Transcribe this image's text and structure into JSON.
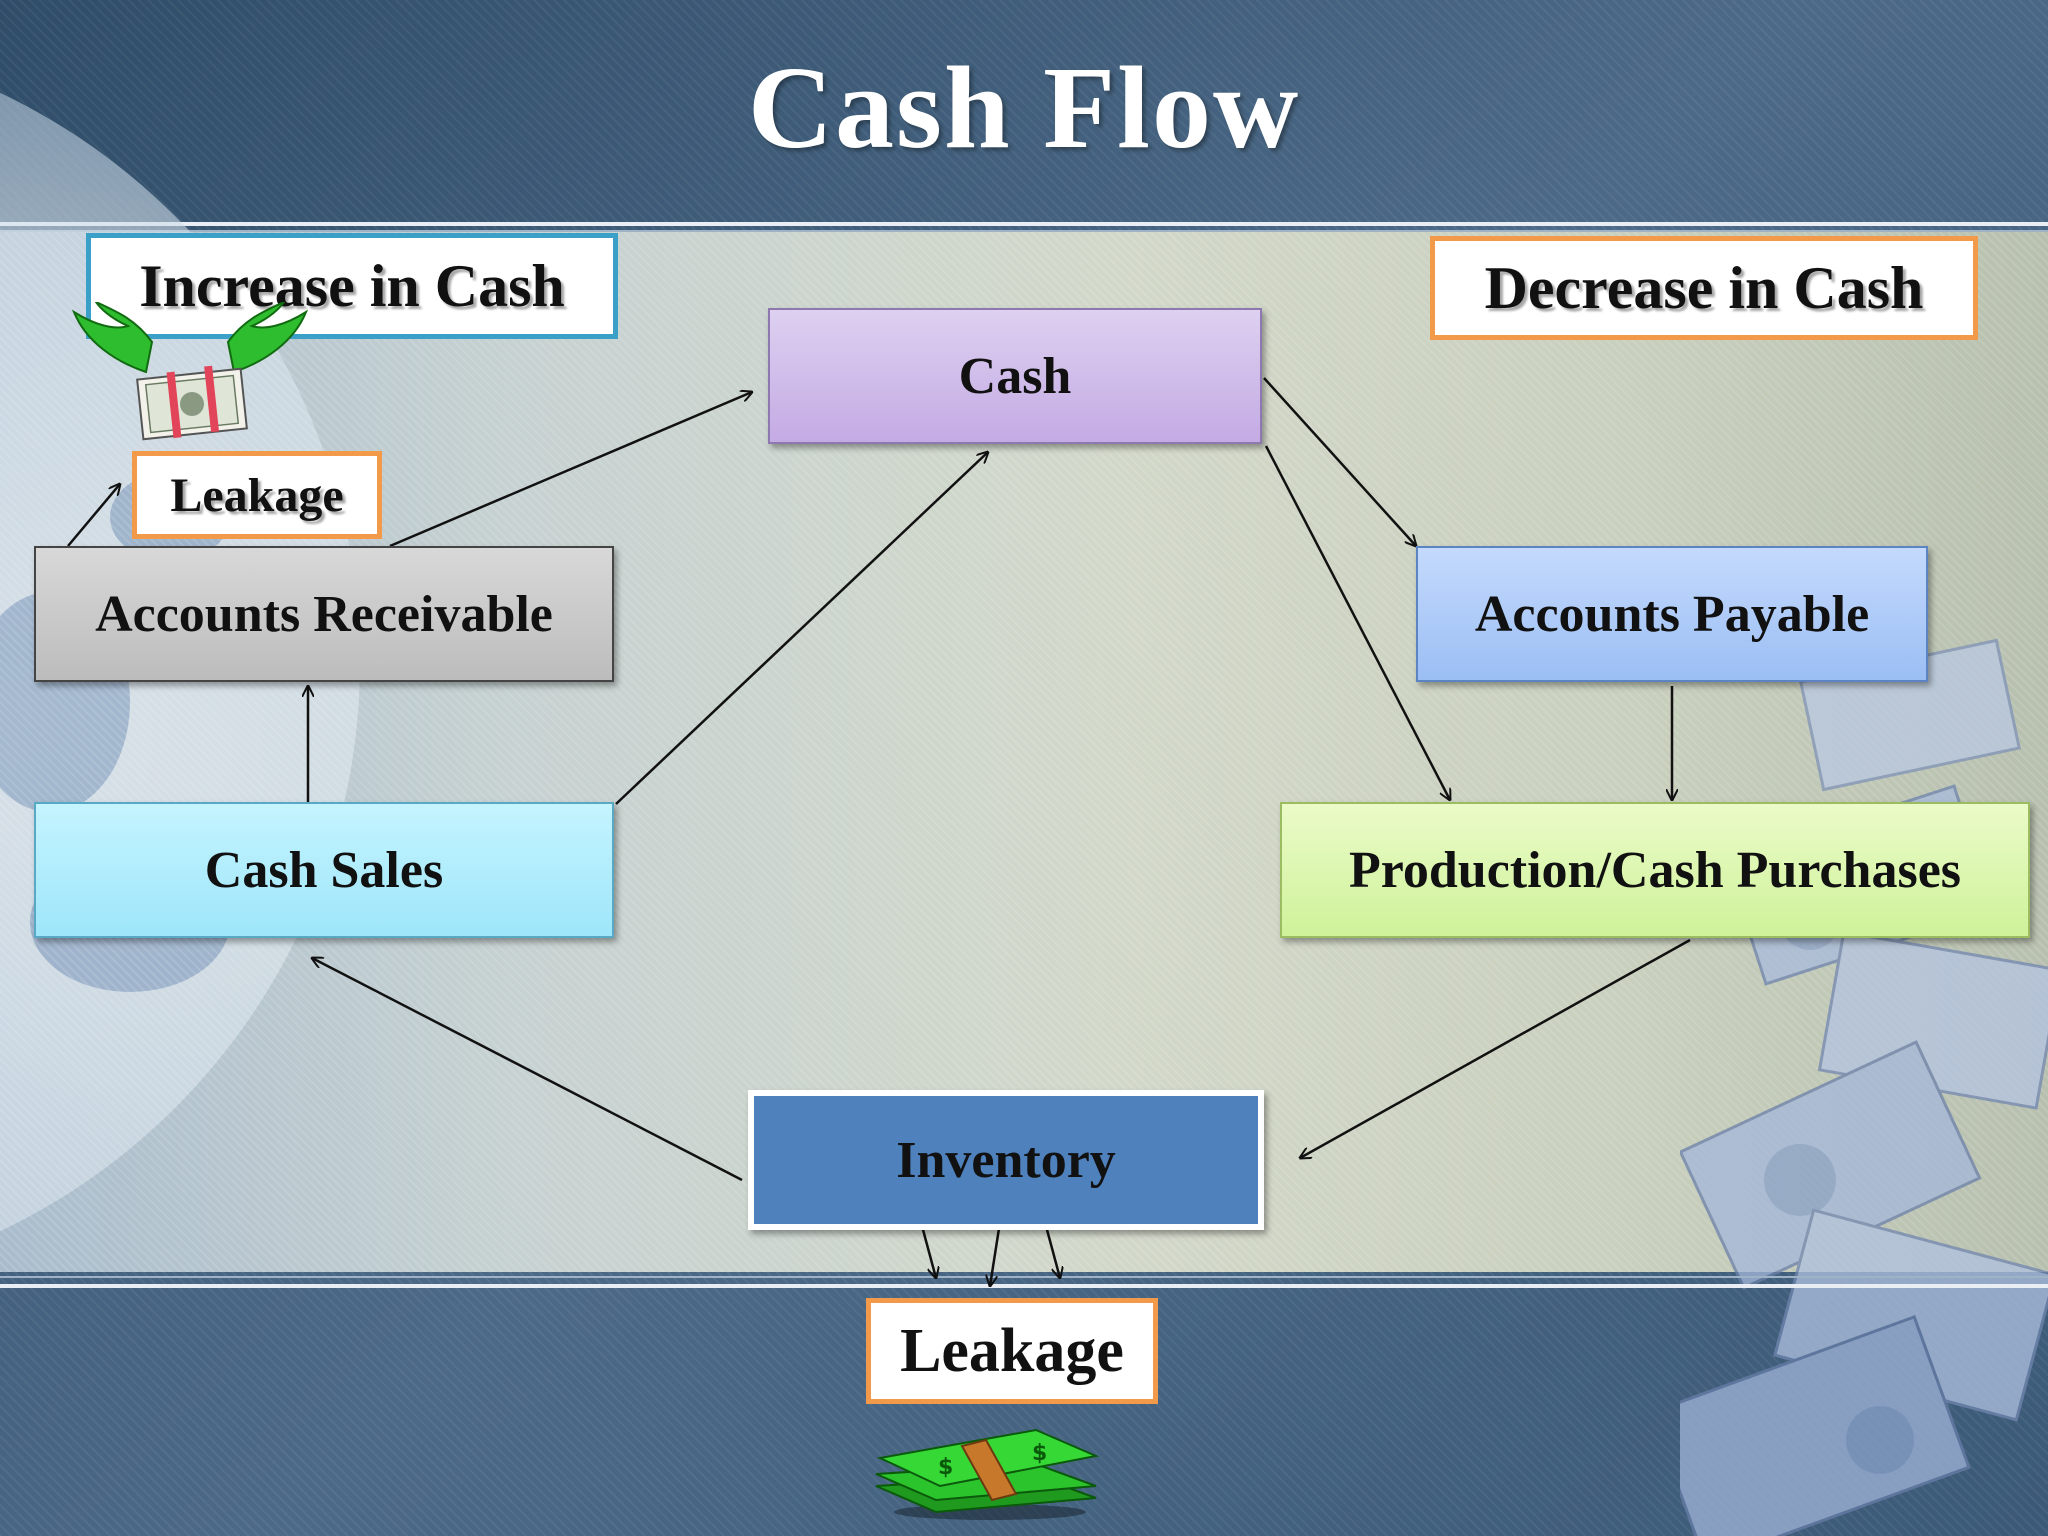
{
  "title": "Cash Flow",
  "labels": {
    "increase": "Increase in Cash",
    "decrease": "Decrease in Cash",
    "leakage_top": "Leakage",
    "leakage_bottom": "Leakage"
  },
  "nodes": {
    "cash": "Cash",
    "accounts_receivable": "Accounts Receivable",
    "cash_sales": "Cash Sales",
    "accounts_payable": "Accounts Payable",
    "production_purchases": "Production/Cash Purchases",
    "inventory": "Inventory"
  },
  "colors": {
    "cash": "#c9b3e6",
    "accounts_receivable": "#c9c9c9",
    "cash_sales": "#a9ecfb",
    "accounts_payable": "#a9c8f8",
    "production_purchases": "#d9f7a6",
    "inventory": "#4f81bd",
    "increase_border": "#3aa0c8",
    "orange_border": "#f29a4a"
  },
  "icons": {
    "winged_money": "winged-money-icon",
    "money_stack": "money-stack-icon",
    "banknotes": "banknotes-decoration"
  }
}
